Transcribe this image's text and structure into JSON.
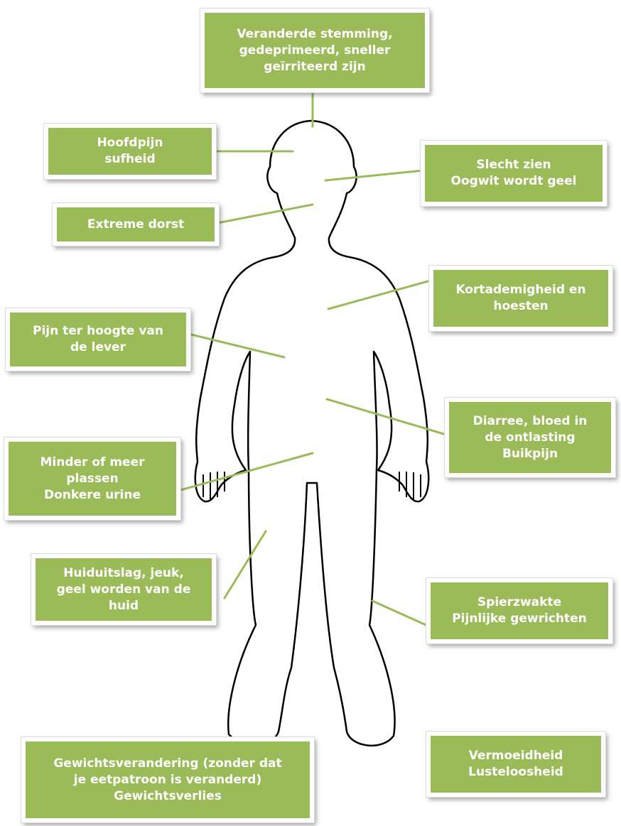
{
  "diagram": {
    "accent_color": "#9bbb59",
    "connector_color": "#9bbb59",
    "outline_color": "#000000",
    "symptoms": {
      "mood": [
        "Veranderde stemming,",
        "gedeprimeerd, sneller",
        "geïrriteerd zijn"
      ],
      "head": [
        "Hoofdpijn",
        "sufheid"
      ],
      "eyes": [
        "Slecht zien",
        "Oogwit wordt geel"
      ],
      "thirst": [
        "Extreme dorst"
      ],
      "breath": [
        "Kortademigheid en",
        "hoesten"
      ],
      "liver": [
        "Pijn ter hoogte van",
        "de lever"
      ],
      "bowel": [
        "Diarree, bloed in",
        "de ontlasting",
        "Buikpijn"
      ],
      "urine": [
        "Minder of meer",
        "plassen",
        "Donkere urine"
      ],
      "skin": [
        "Huiduitslag, jeuk,",
        "geel worden van de",
        "huid"
      ],
      "muscles": [
        "Spierzwakte",
        "Pijnlijke gewrichten"
      ],
      "fatigue": [
        "Vermoeidheid",
        "Lusteloosheid"
      ],
      "weight": [
        "Gewichtsverandering (zonder dat",
        "je eetpatroon is veranderd)",
        "Gewichtsverlies"
      ]
    }
  }
}
